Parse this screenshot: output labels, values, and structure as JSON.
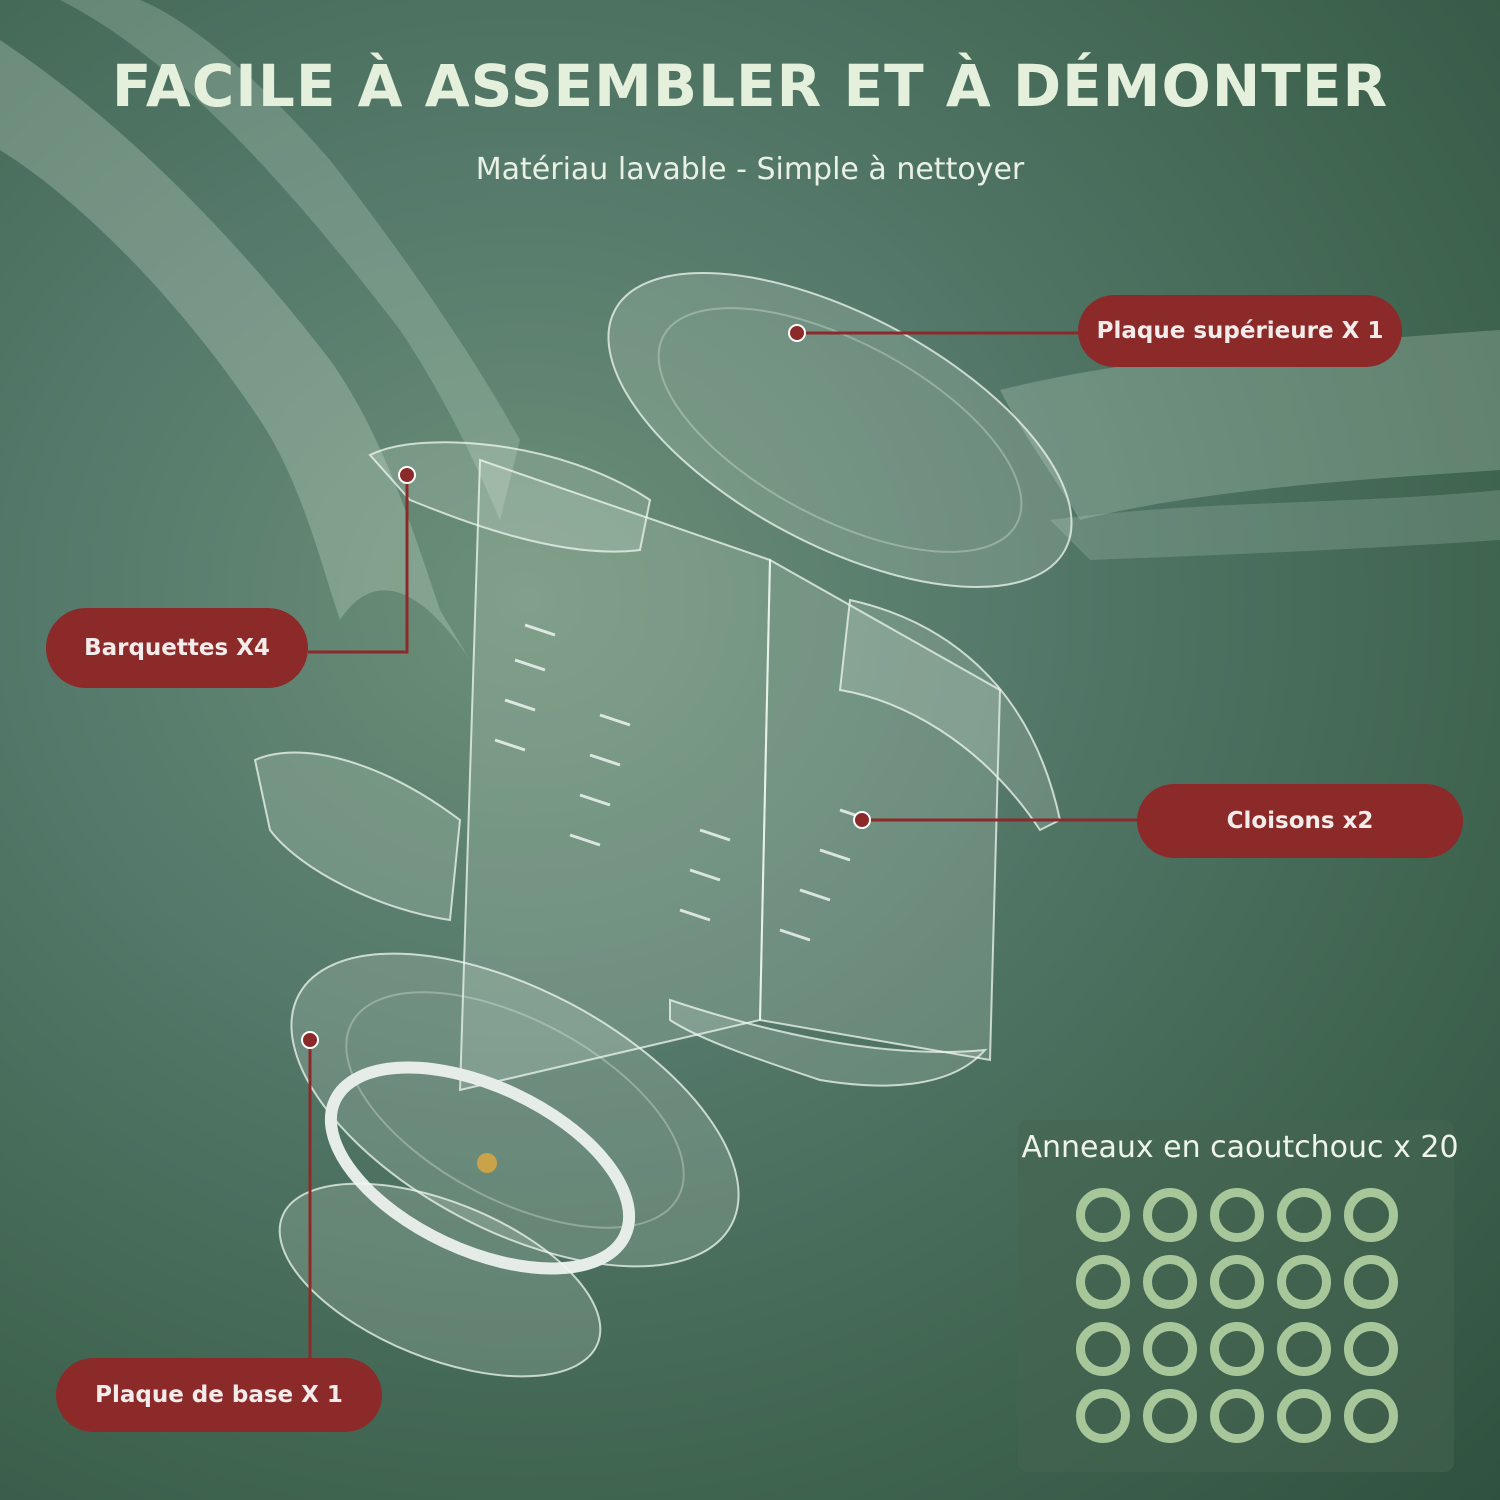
{
  "header": {
    "title": "FACILE À ASSEMBLER ET À DÉMONTER",
    "subtitle": "Matériau lavable - Simple à nettoyer"
  },
  "labels": {
    "top_plate": "Plaque supérieure X 1",
    "trays": "Barquettes X4",
    "partitions": "Cloisons x2",
    "base_plate": "Plaque de base X 1"
  },
  "rings": {
    "title": "Anneaux en caoutchouc x 20",
    "count": 20,
    "rows": 4,
    "columns": 5
  },
  "colors": {
    "background": "#55796a",
    "label_bg": "#8c2a2a",
    "ring": "#a7c79b",
    "title_text": "#e4efdc"
  }
}
